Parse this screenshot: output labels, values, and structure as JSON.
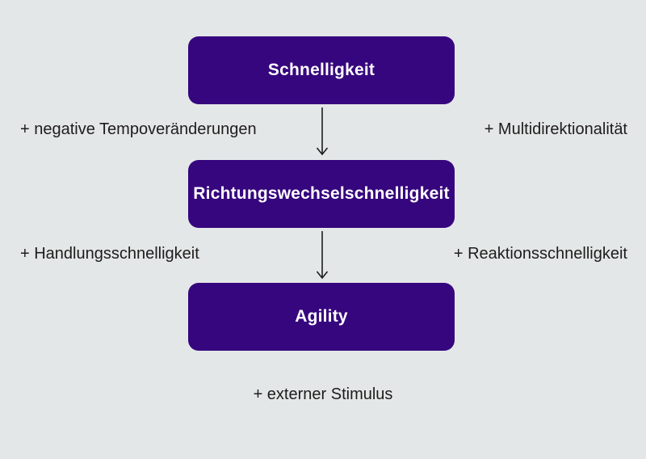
{
  "colors": {
    "background": "#e4e7e8",
    "box_fill": "#36067e",
    "box_text": "#ffffff",
    "label_text": "#1d1d1b",
    "arrow": "#1d1d1d"
  },
  "diagram": {
    "boxes": [
      {
        "label": "Schnelligkeit"
      },
      {
        "label": "Richtungswechselschnelligkeit"
      },
      {
        "label": "Agility"
      }
    ],
    "side_labels": [
      {
        "label": "+ negative Tempoveränderungen",
        "side": "left",
        "row": 1
      },
      {
        "label": "+ Multidirektionalität",
        "side": "right",
        "row": 1
      },
      {
        "label": "+ Handlungsschnelligkeit",
        "side": "left",
        "row": 2
      },
      {
        "label": "+ Reaktionsschnelligkeit",
        "side": "right",
        "row": 2
      }
    ],
    "bottom_label": "+ externer Stimulus"
  }
}
